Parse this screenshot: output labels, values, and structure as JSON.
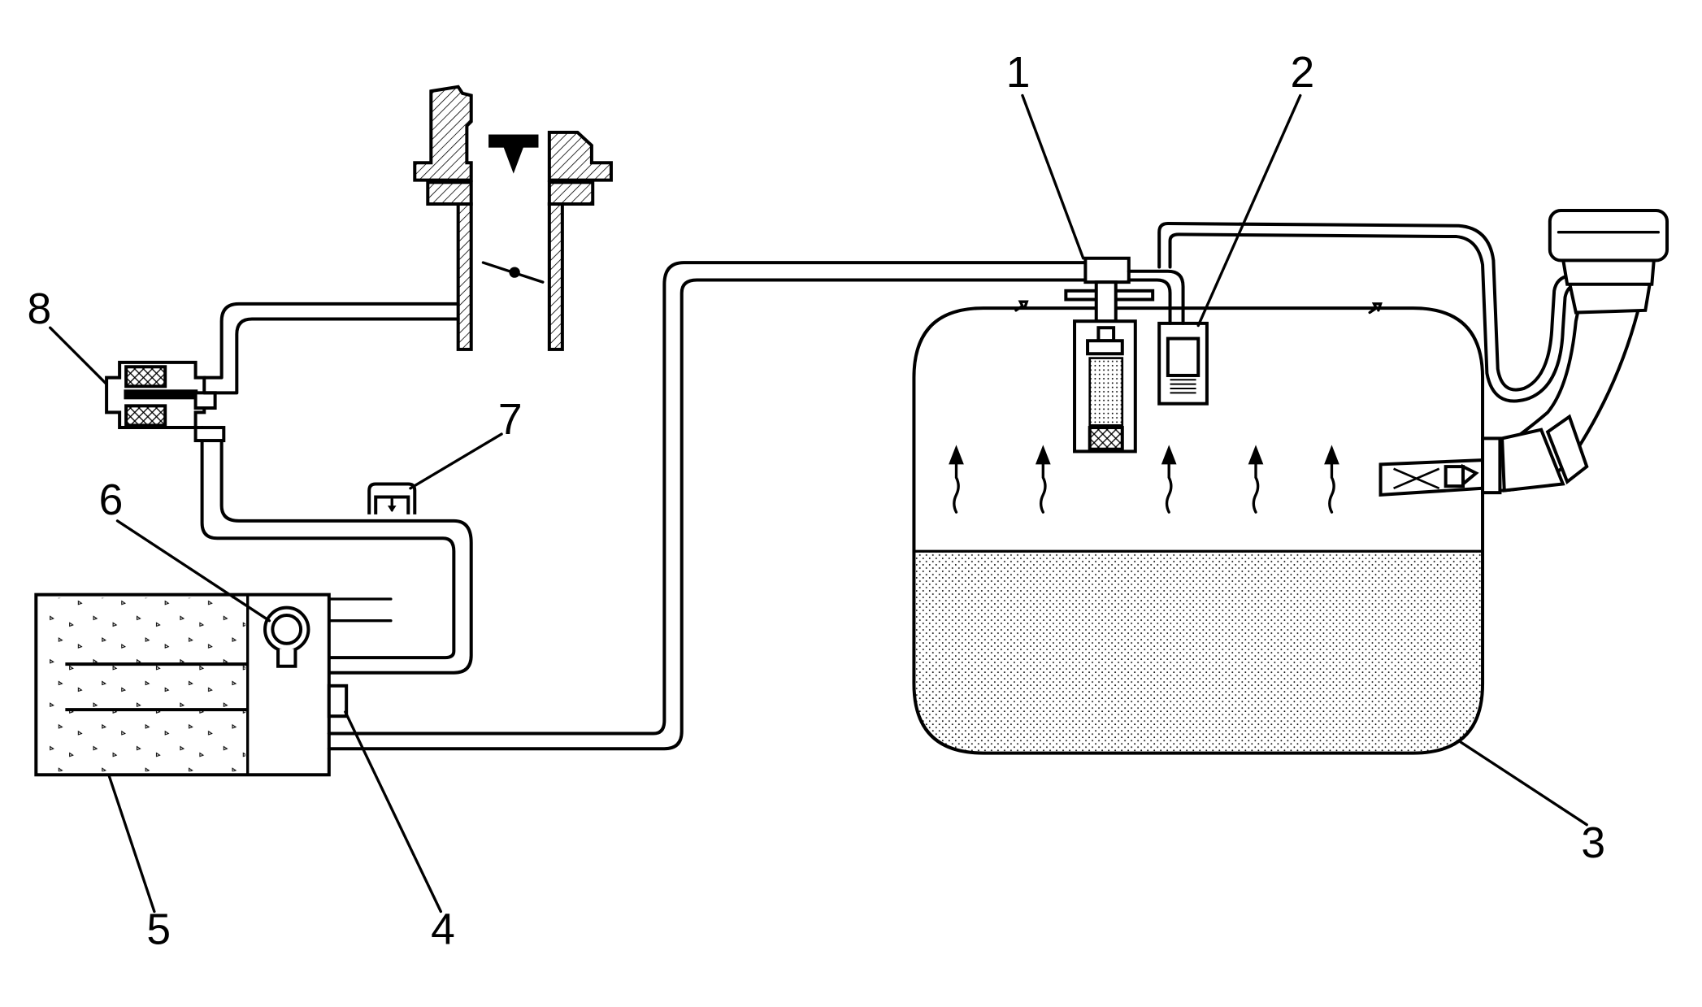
{
  "diagram": {
    "callouts": [
      {
        "id": "1",
        "label": "1"
      },
      {
        "id": "2",
        "label": "2"
      },
      {
        "id": "3",
        "label": "3"
      },
      {
        "id": "4",
        "label": "4"
      },
      {
        "id": "5",
        "label": "5"
      },
      {
        "id": "6",
        "label": "6"
      },
      {
        "id": "7",
        "label": "7"
      },
      {
        "id": "8",
        "label": "8"
      }
    ],
    "colors": {
      "line": "#000000",
      "background": "#ffffff",
      "fuel_dots": "#000000"
    }
  }
}
